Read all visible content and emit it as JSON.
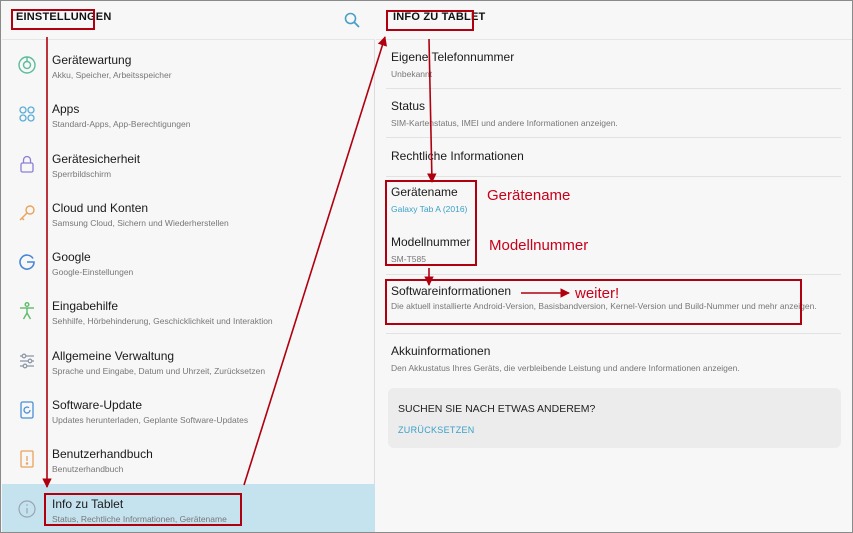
{
  "left_header": {
    "title": "EINSTELLUNGEN"
  },
  "menu": [
    {
      "icon": "device-care-icon",
      "title": "Gerätewartung",
      "sub": "Akku, Speicher, Arbeitsspeicher"
    },
    {
      "icon": "apps-grid-icon",
      "title": "Apps",
      "sub": "Standard-Apps, App-Berechtigungen"
    },
    {
      "icon": "lock-icon",
      "title": "Gerätesicherheit",
      "sub": "Sperrbildschirm"
    },
    {
      "icon": "key-icon",
      "title": "Cloud und Konten",
      "sub": "Samsung Cloud, Sichern und Wiederherstellen"
    },
    {
      "icon": "google-icon",
      "title": "Google",
      "sub": "Google-Einstellungen"
    },
    {
      "icon": "accessibility-icon",
      "title": "Eingabehilfe",
      "sub": "Sehhilfe, Hörbehinderung, Geschicklichkeit und Interaktion"
    },
    {
      "icon": "sliders-icon",
      "title": "Allgemeine Verwaltung",
      "sub": "Sprache und Eingabe, Datum und Uhrzeit, Zurücksetzen"
    },
    {
      "icon": "software-update-icon",
      "title": "Software-Update",
      "sub": "Updates herunterladen, Geplante Software-Updates"
    },
    {
      "icon": "manual-icon",
      "title": "Benutzerhandbuch",
      "sub": "Benutzerhandbuch"
    },
    {
      "icon": "info-icon",
      "title": "Info zu Tablet",
      "sub": "Status, Rechtliche Informationen, Gerätename"
    }
  ],
  "right_header": {
    "title": "INFO ZU TABLET"
  },
  "info": {
    "phone": {
      "title": "Eigene Telefonnummer",
      "sub": "Unbekannt"
    },
    "status": {
      "title": "Status",
      "sub": "SIM-Kartenstatus, IMEI und andere Informationen anzeigen."
    },
    "legal": {
      "title": "Rechtliche Informationen"
    },
    "device_name": {
      "title": "Gerätename",
      "sub": "Galaxy Tab A (2016)"
    },
    "model": {
      "title": "Modellnummer",
      "sub": "SM-T585"
    },
    "software": {
      "title": "Softwareinformationen",
      "sub": "Die aktuell installierte Android-Version, Basisbandversion, Kernel-Version und Build-Nummer und mehr anzeigen."
    },
    "battery": {
      "title": "Akkuinformationen",
      "sub": "Den Akkustatus Ihres Geräts, die verbleibende Leistung und andere Informationen anzeigen."
    }
  },
  "search_card": {
    "question": "SUCHEN SIE NACH ETWAS ANDEREM?",
    "reset": "ZURÜCKSETZEN"
  },
  "annotations": {
    "device_name": "Gerätename",
    "model": "Modellnummer",
    "next": "weiter!"
  },
  "colors": {
    "annotation": "#b00010",
    "accent": "#3aa0c8",
    "active_row": "#c5e3ef"
  }
}
